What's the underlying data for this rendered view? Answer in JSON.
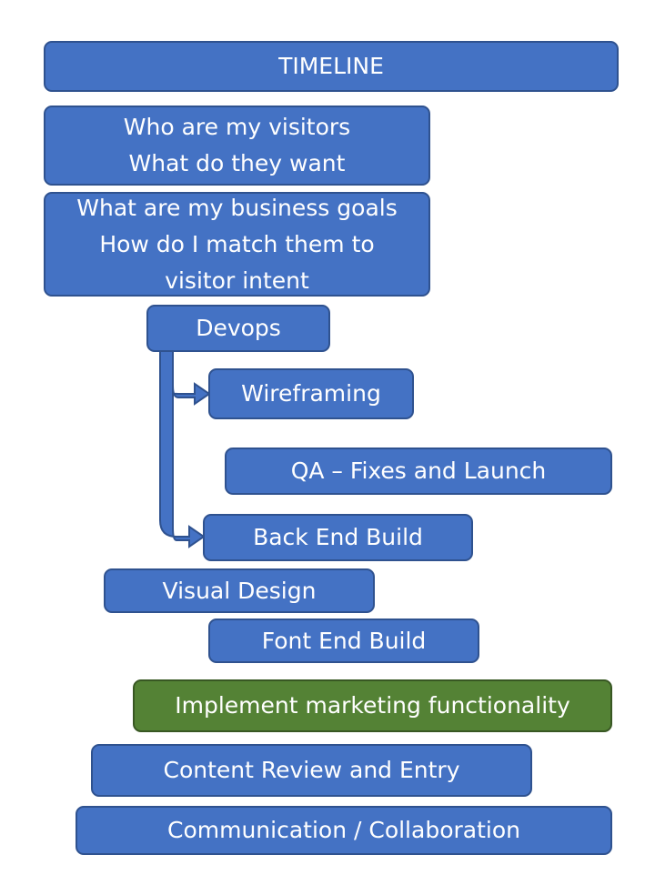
{
  "title": "TIMELINE",
  "items": [
    {
      "id": "visitors",
      "label": "Who are my visitors\nWhat do they want"
    },
    {
      "id": "goals",
      "label": "What are my business goals\nHow do I match them to\nvisitor intent"
    },
    {
      "id": "devops",
      "label": "Devops"
    },
    {
      "id": "wireframing",
      "label": "Wireframing"
    },
    {
      "id": "qa",
      "label": "QA – Fixes and Launch"
    },
    {
      "id": "backend",
      "label": "Back End Build"
    },
    {
      "id": "visual",
      "label": "Visual Design"
    },
    {
      "id": "frontend",
      "label": "Font End Build"
    },
    {
      "id": "marketing",
      "label": "Implement marketing functionality"
    },
    {
      "id": "content",
      "label": "Content Review and Entry"
    },
    {
      "id": "communication",
      "label": "Communication / Collaboration"
    }
  ],
  "colors": {
    "primary": "#4472c4",
    "primary_border": "#2f528f",
    "accent": "#548235",
    "accent_border": "#385723"
  }
}
